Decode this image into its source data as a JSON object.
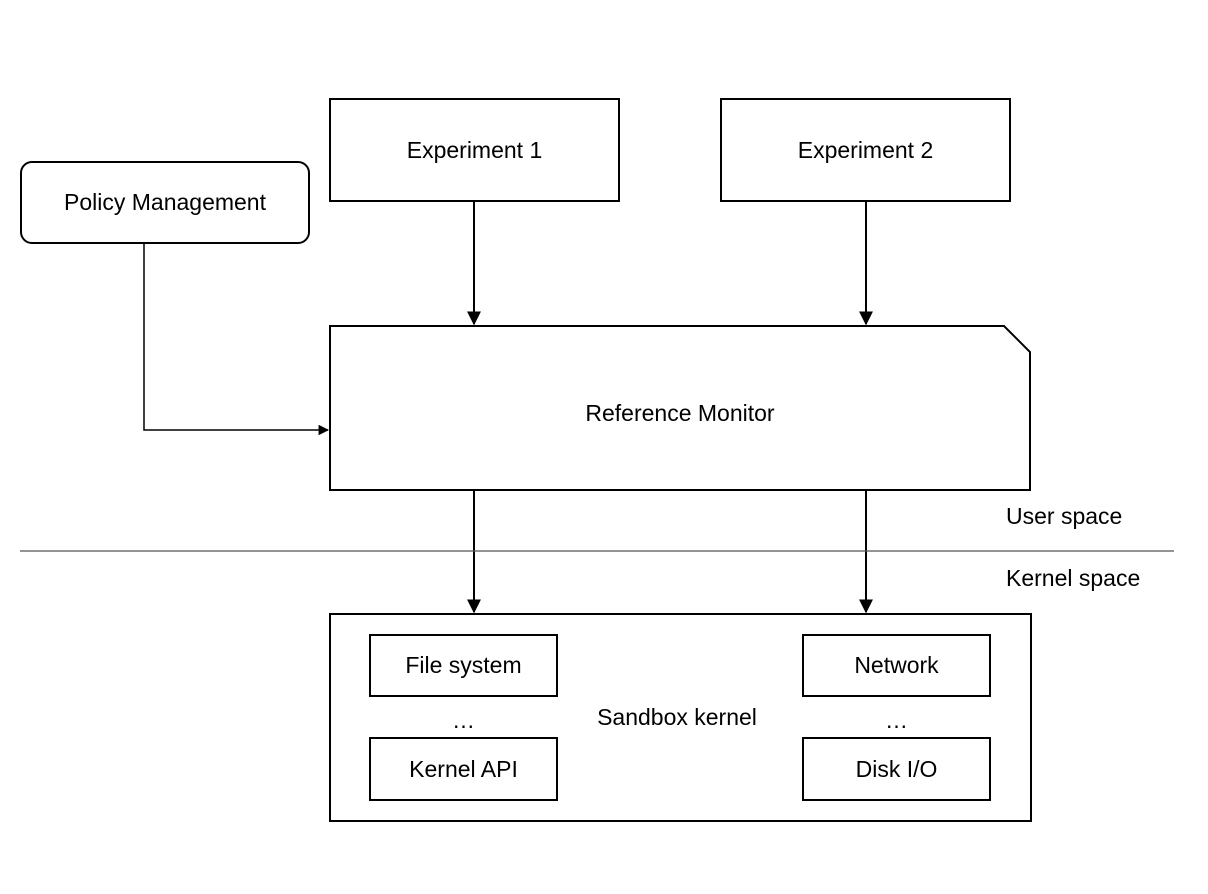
{
  "nodes": {
    "policy_management": "Policy Management",
    "experiment_1": "Experiment 1",
    "experiment_2": "Experiment 2",
    "reference_monitor": "Reference Monitor",
    "sandbox_kernel": "Sandbox kernel",
    "file_system": "File system",
    "kernel_api": "Kernel API",
    "network": "Network",
    "disk_io": "Disk I/O",
    "ellipsis_left": "…",
    "ellipsis_right": "…"
  },
  "regions": {
    "user_space": "User space",
    "kernel_space": "Kernel space"
  },
  "colors": {
    "line": "#000000",
    "divider": "#555555",
    "background": "#ffffff"
  }
}
